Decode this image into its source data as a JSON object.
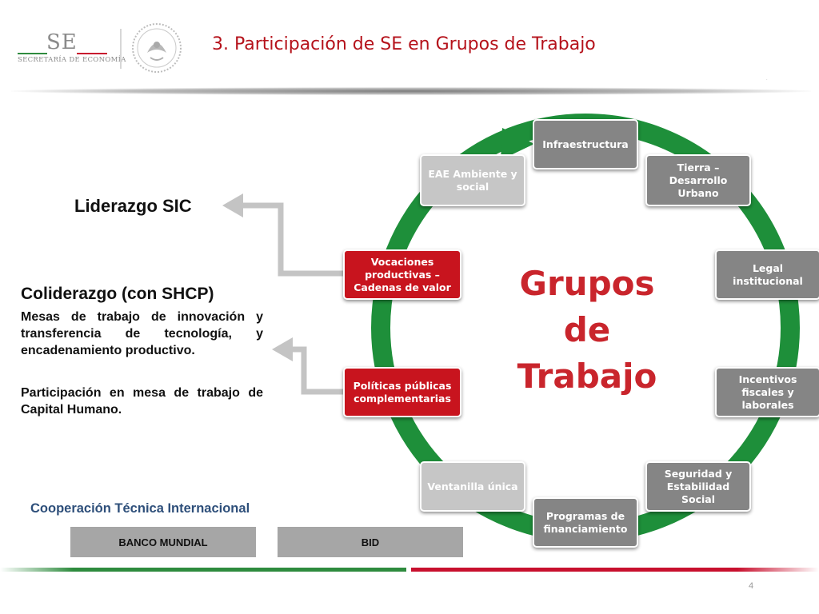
{
  "header": {
    "logo_mark": "SE",
    "logo_subtitle": "SECRETARÍA DE ECONOMÍA",
    "title": "3. Participación de SE en Grupos de Trabajo"
  },
  "left": {
    "liderazgo": "Liderazgo SIC",
    "coliderazgo": "Coliderazgo (con SHCP)",
    "paragraph1": "Mesas de trabajo de innovación y transferencia de tecnología, y encadenamiento productivo.",
    "paragraph2": "Participación en mesa de trabajo de Capital Humano."
  },
  "cooperation": {
    "title": "Cooperación Técnica Internacional",
    "banks": [
      "BANCO MUNDIAL",
      "BID"
    ]
  },
  "diagram": {
    "center_lines": [
      "Grupos",
      "de",
      "Trabajo"
    ],
    "nodes": [
      {
        "label": "Infraestructura"
      },
      {
        "label": "Tierra – Desarrollo Urbano"
      },
      {
        "label": "Legal institucional"
      },
      {
        "label": "Incentivos fiscales y laborales"
      },
      {
        "label": "Seguridad y Estabilidad Social"
      },
      {
        "label": "Programas de financiamiento"
      },
      {
        "label": "Ventanilla única"
      },
      {
        "label": "Políticas públicas complementarias"
      },
      {
        "label": "Vocaciones productivas – Cadenas de valor"
      },
      {
        "label": "EAE Ambiente y social"
      }
    ],
    "colors": {
      "ring_green": "#1e8f3a",
      "node_dark": "#858585",
      "node_light": "#c6c6c6",
      "node_red": "#c8141e",
      "title_red": "#b5121b"
    }
  },
  "footer": {
    "page_number": "4"
  }
}
